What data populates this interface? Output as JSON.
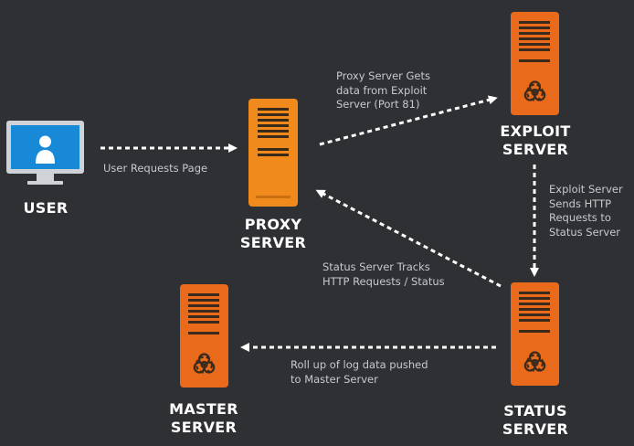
{
  "colors": {
    "background": "#2f3034",
    "server_orange": "#f18a1d",
    "exploit_orange": "#ea6a1b",
    "monitor_blue": "#1789d6",
    "arrow": "#ffffff"
  },
  "nodes": {
    "user": {
      "label": "USER",
      "icon": "monitor-user-icon"
    },
    "proxy": {
      "label_line1": "PROXY",
      "label_line2": "SERVER",
      "icon": "server-icon"
    },
    "exploit": {
      "label_line1": "EXPLOIT",
      "label_line2": "SERVER",
      "icon": "biohazard-server-icon"
    },
    "status": {
      "label_line1": "STATUS",
      "label_line2": "SERVER",
      "icon": "biohazard-server-icon"
    },
    "master": {
      "label_line1": "MASTER",
      "label_line2": "SERVER",
      "icon": "biohazard-server-icon"
    }
  },
  "edges": {
    "user_to_proxy": "User Requests Page",
    "proxy_to_exploit": [
      "Proxy Server Gets",
      "data from Exploit",
      "Server (Port 81)"
    ],
    "exploit_to_status": [
      "Exploit Server",
      "Sends HTTP",
      "Requests to",
      "Status Server"
    ],
    "status_to_proxy": [
      "Status Server Tracks",
      "HTTP Requests / Status"
    ],
    "status_to_master": [
      "Roll up of log data pushed",
      "to Master Server"
    ]
  }
}
